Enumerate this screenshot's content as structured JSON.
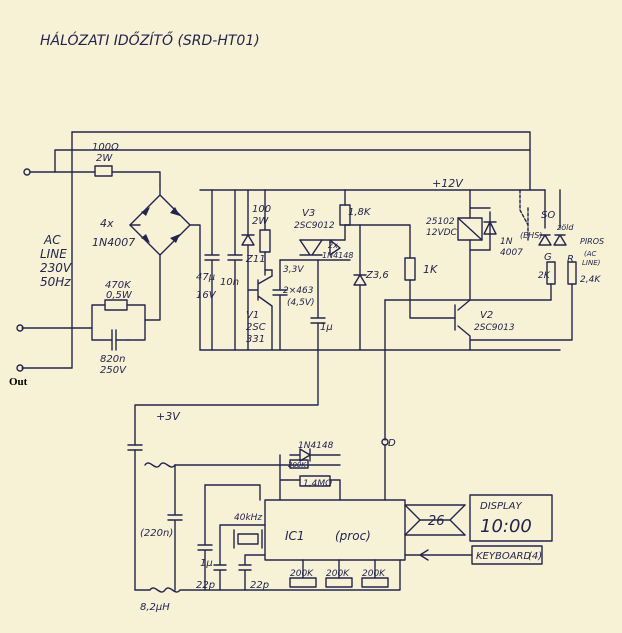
{
  "title": "HÁLÓZATI IDŐZÍTŐ (SRD-HT01)",
  "labels": {
    "ac_line": [
      "AC",
      "LINE",
      "230V",
      "50Hz"
    ],
    "out": "Out",
    "fuse_res": [
      "100Ω",
      "2W"
    ],
    "bridge": [
      "4x",
      "1N4007"
    ],
    "r470": [
      "470K",
      "0,5W"
    ],
    "c820": [
      "820n",
      "250V"
    ],
    "v12": "+12V",
    "c47": [
      "47µ",
      "16V"
    ],
    "c10n": "10n",
    "r100": [
      "100",
      "2W"
    ],
    "z11": "Z11",
    "v1": [
      "V1",
      "2SC",
      "331"
    ],
    "v3": [
      "V3",
      "2SC9012"
    ],
    "diodes": [
      "2x",
      "1N4148"
    ],
    "r18k": "1,8K",
    "v33": "3,3V",
    "caps463": [
      "2×463",
      "(4,5V)"
    ],
    "c1u": "1µ",
    "z36": "Z3,6",
    "r1k": "1K",
    "relay": [
      "25102",
      "12VDC"
    ],
    "d4007": [
      "1N",
      "4007"
    ],
    "ehs": "(EHS)",
    "v2": [
      "V2",
      "2SC9013"
    ],
    "so": "SO",
    "zold": "zöld",
    "piros": "PIROS",
    "ac_line_small": [
      "(AC",
      "LINE)"
    ],
    "g": "G",
    "r": "R",
    "r2k": "2K",
    "r24k": "2,4K",
    "v3plus": "+3V",
    "c220": "(220n)",
    "d4148": "1N4148",
    "r200k": "200K",
    "r14m": "1,4MΩ",
    "xtal": "40kHz",
    "ic1": "IC1",
    "proc": "(proc)",
    "bus": "26",
    "display": "DISPLAY",
    "digits": "10:00",
    "keyboard": "KEYBOARD",
    "kb_count": "(4)",
    "c22a": "22p",
    "c22b": "22p",
    "r200k_row": [
      "200K",
      "200K",
      "200K"
    ],
    "ind": "8,2µH",
    "d_label": "D",
    "c1u_b": "1µ"
  }
}
